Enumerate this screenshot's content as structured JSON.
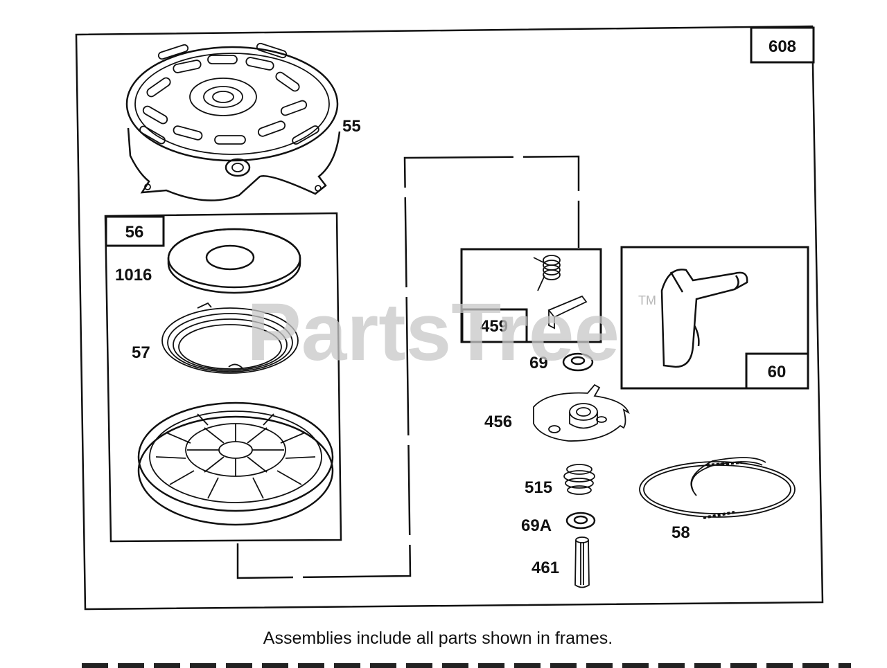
{
  "assembly_number": "608",
  "parts": {
    "p55": "55",
    "p56": "56",
    "p1016": "1016",
    "p57": "57",
    "p459": "459",
    "p69": "69",
    "p456": "456",
    "p515": "515",
    "p69a": "69A",
    "p461": "461",
    "p60": "60",
    "p58": "58"
  },
  "watermark": "PartsTree",
  "trademark": "TM",
  "caption": "Assemblies include all parts shown in frames."
}
